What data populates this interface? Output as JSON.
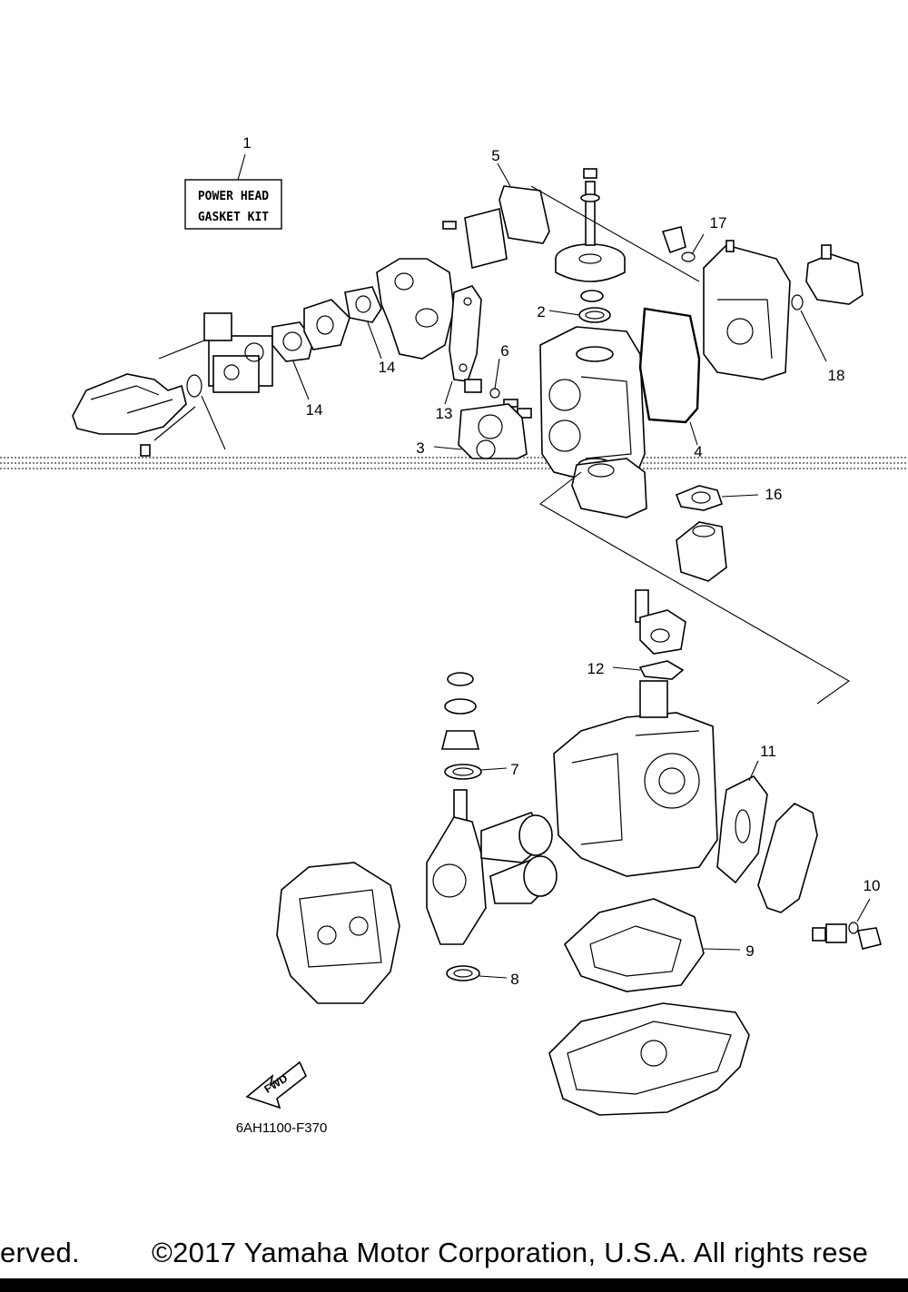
{
  "kit_label": {
    "line1": "POWER HEAD",
    "line2": "GASKET KIT"
  },
  "drawing_number": "6AH1100-F370",
  "fwd_label": "FWD",
  "callouts": {
    "c1": "1",
    "c2": "2",
    "c3": "3",
    "c4": "4",
    "c5": "5",
    "c6": "6",
    "c7": "7",
    "c8": "8",
    "c9": "9",
    "c10": "10",
    "c11": "11",
    "c12": "12",
    "c13": "13",
    "c14a": "14",
    "c14b": "14",
    "c16": "16",
    "c17": "17",
    "c18": "18"
  },
  "footer": {
    "left_fragment": "erved.",
    "copyright": "©2017 Yamaha Motor Corporation, U.S.A. All rights rese"
  }
}
